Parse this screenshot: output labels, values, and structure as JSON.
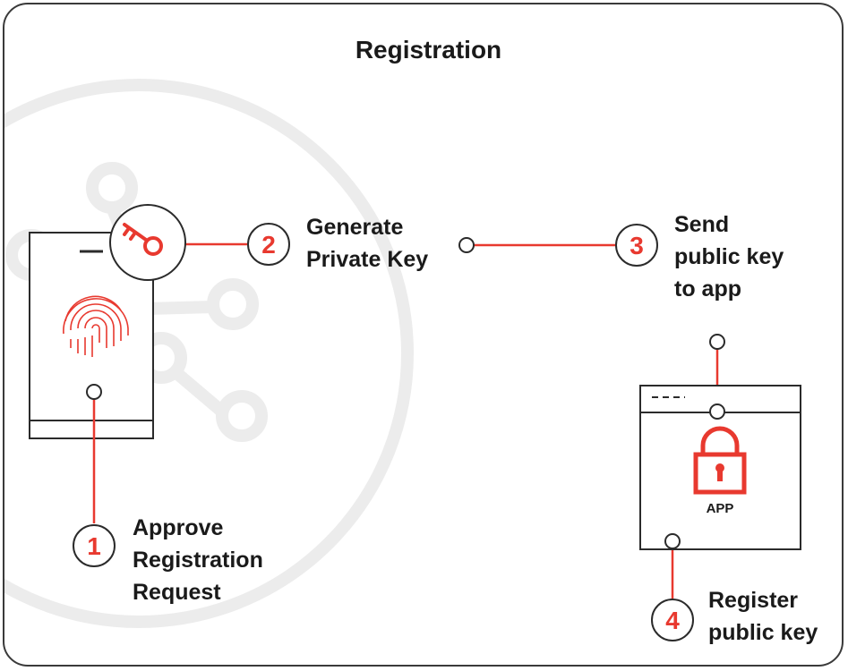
{
  "title": "Registration",
  "steps": [
    {
      "number": "1",
      "lines": [
        "Approve",
        "Registration",
        "Request"
      ]
    },
    {
      "number": "2",
      "lines": [
        "Generate",
        "Private Key"
      ]
    },
    {
      "number": "3",
      "lines": [
        "Send",
        "public key",
        "to app"
      ]
    },
    {
      "number": "4",
      "lines": [
        "Register",
        "public key"
      ]
    }
  ],
  "app_label": "APP",
  "colors": {
    "accent": "#e8392f",
    "outline": "#2b2b2b",
    "watermark": "#ececec"
  }
}
